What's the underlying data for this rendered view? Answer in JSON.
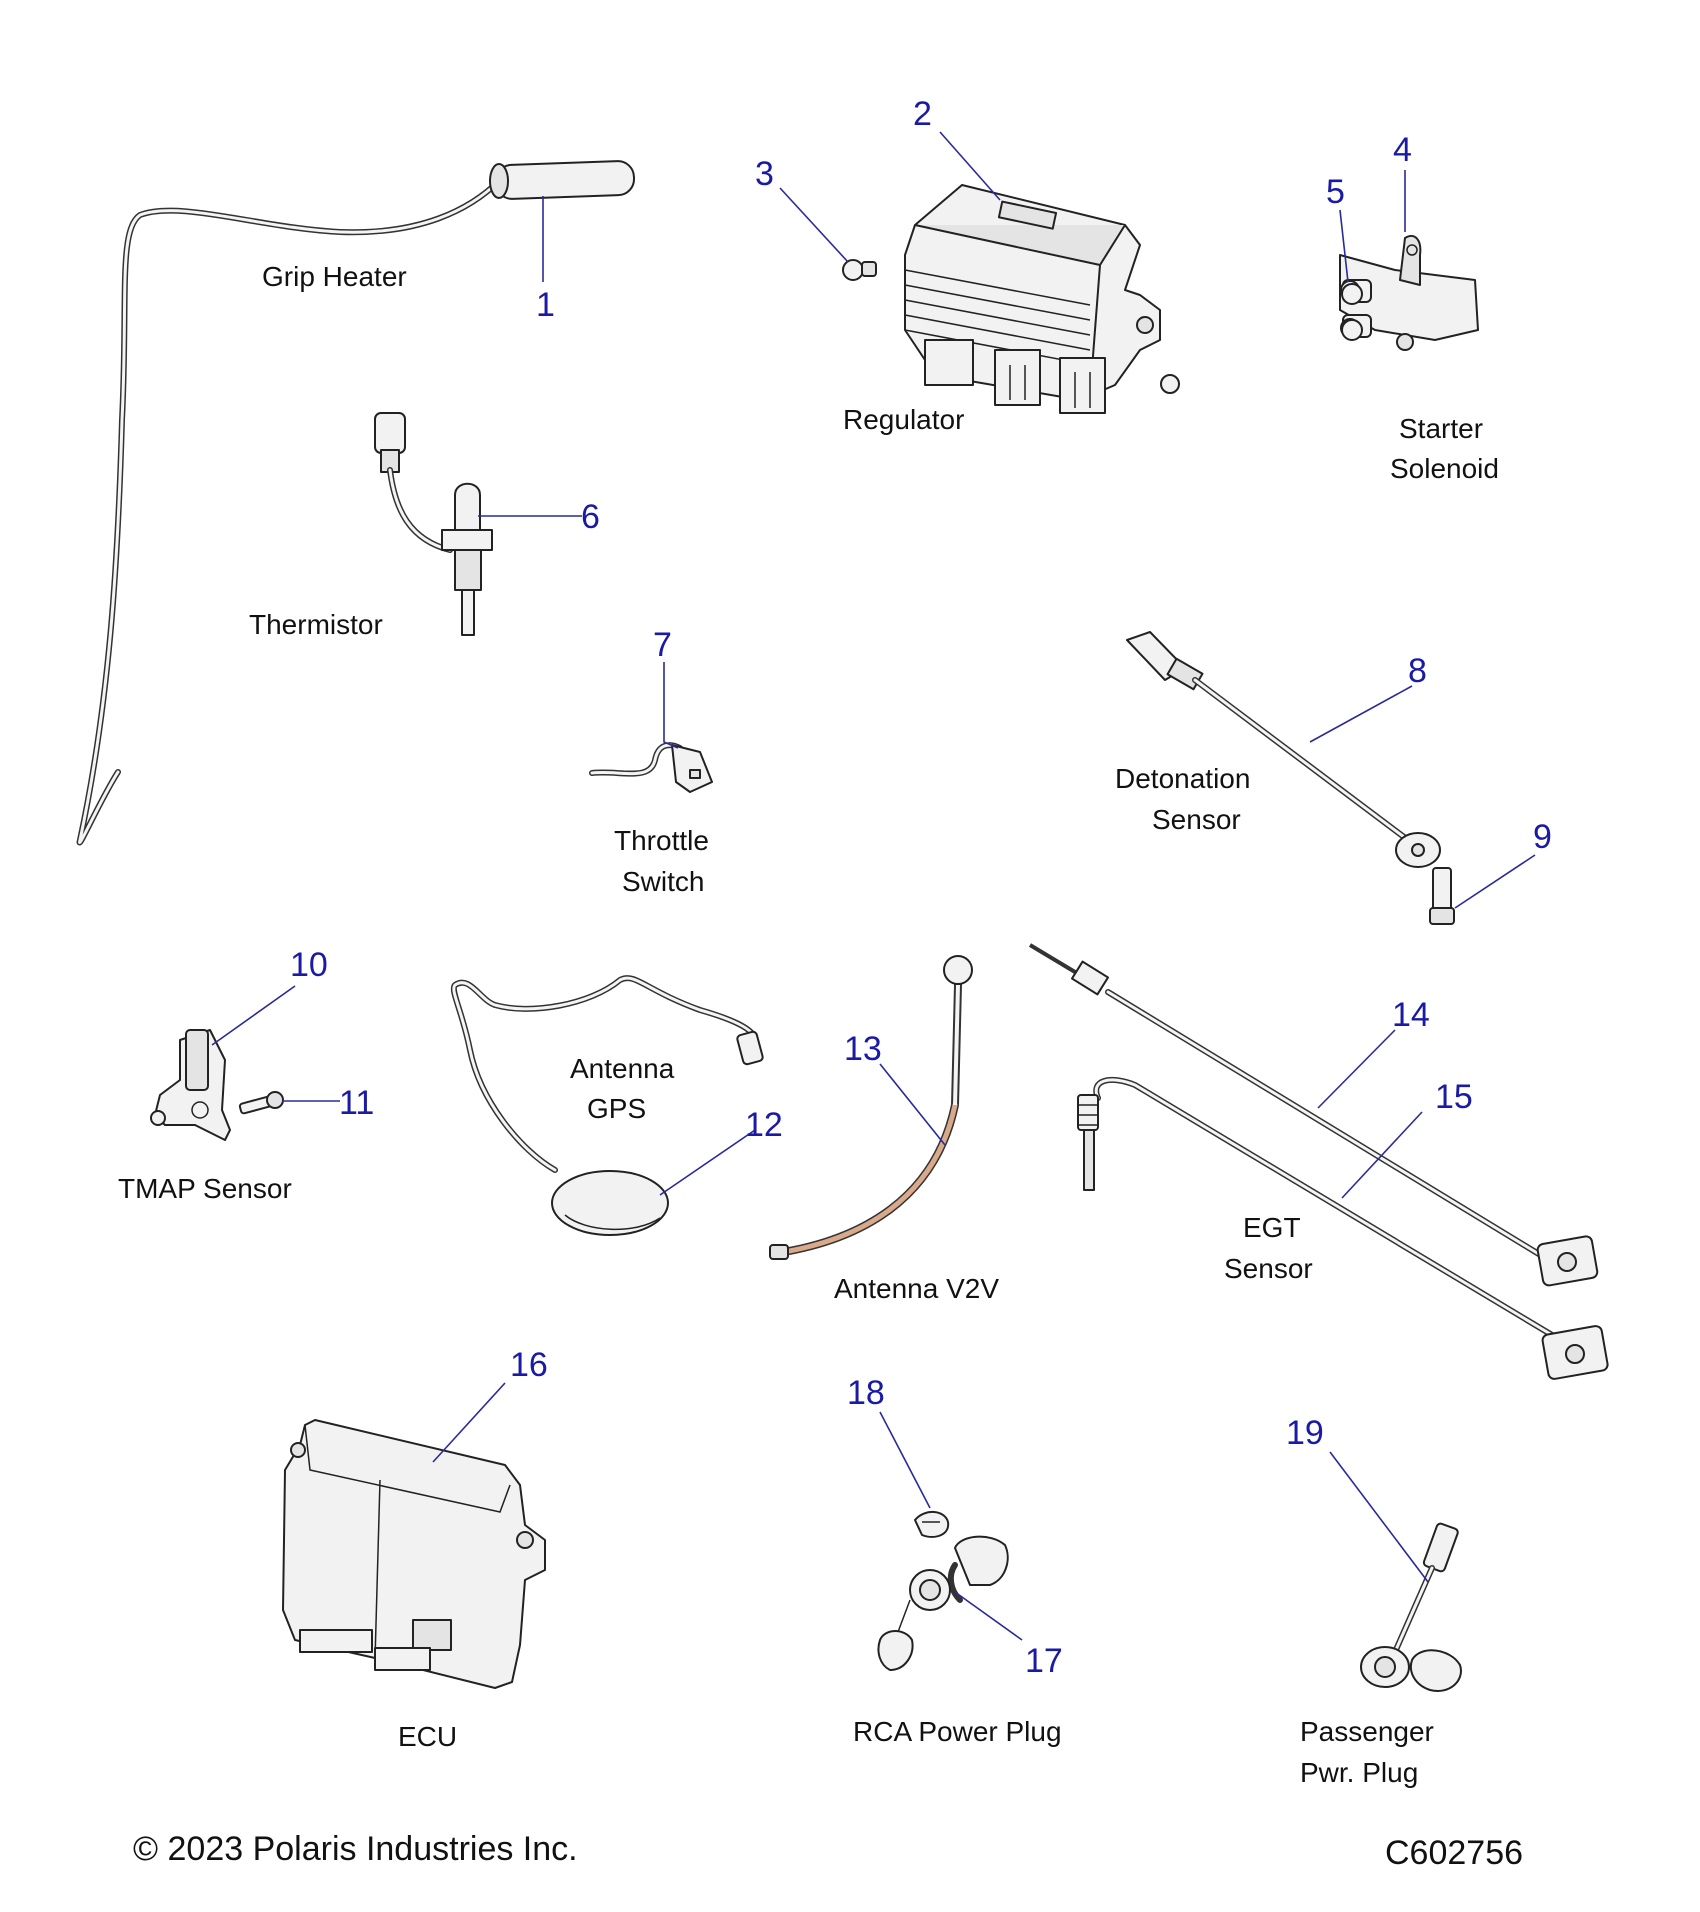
{
  "labels": {
    "grip_heater": "Grip Heater",
    "regulator": "Regulator",
    "starter_solenoid_l1": "Starter",
    "starter_solenoid_l2": "Solenoid",
    "thermistor": "Thermistor",
    "throttle_switch_l1": "Throttle",
    "throttle_switch_l2": "Switch",
    "detonation_sensor_l1": "Detonation",
    "detonation_sensor_l2": "Sensor",
    "tmap_sensor": "TMAP Sensor",
    "antenna_gps_l1": "Antenna",
    "antenna_gps_l2": "GPS",
    "antenna_v2v": "Antenna V2V",
    "egt_sensor_l1": "EGT",
    "egt_sensor_l2": "Sensor",
    "ecu": "ECU",
    "rca_power_plug": "RCA Power Plug",
    "passenger_plug_l1": "Passenger",
    "passenger_plug_l2": "Pwr. Plug"
  },
  "callouts": [
    "1",
    "2",
    "3",
    "4",
    "5",
    "6",
    "7",
    "8",
    "9",
    "10",
    "11",
    "12",
    "13",
    "14",
    "15",
    "16",
    "17",
    "18",
    "19"
  ],
  "footer": {
    "copyright": "© 2023 Polaris Industries Inc.",
    "figure_id": "C602756"
  },
  "colors": {
    "callout": "#1a1aa6",
    "leader": "#2a2a9a",
    "label": "#111111",
    "antenna_v2v_cable": "#d9a98a"
  }
}
